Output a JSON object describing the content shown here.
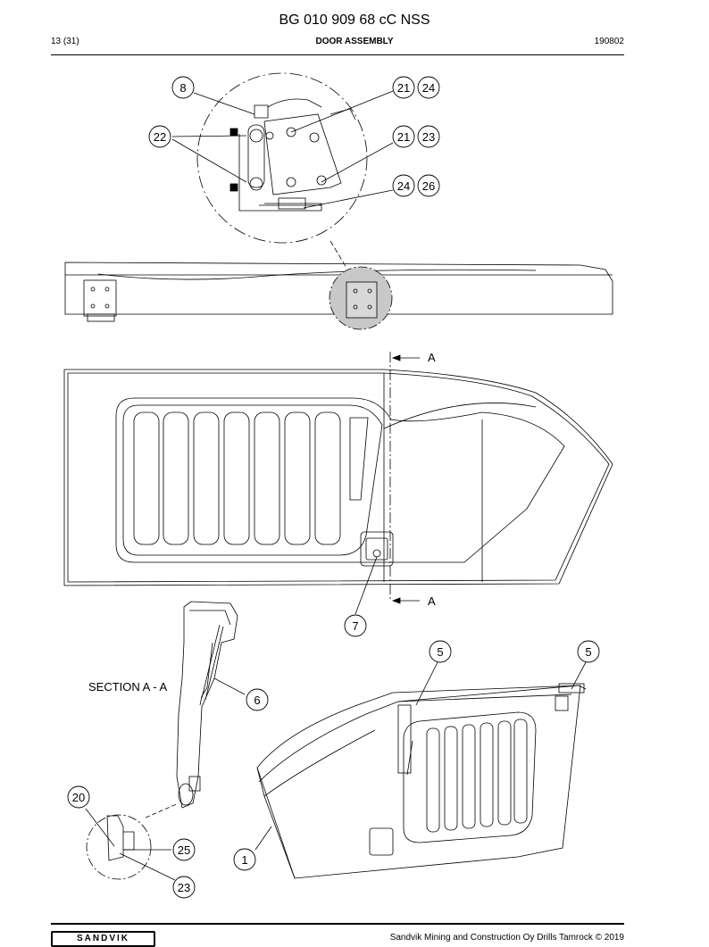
{
  "header": {
    "doc_number": "BG 010 909 68 cC NSS",
    "page": "13 (31)",
    "section_title": "DOOR ASSEMBLY",
    "date_code": "190802"
  },
  "drawing": {
    "section_label": "SECTION A - A",
    "section_marker": "A",
    "callouts": {
      "c8": "8",
      "c21a": "21",
      "c24a": "24",
      "c22": "22",
      "c21b": "21",
      "c23a": "23",
      "c24b": "24",
      "c26": "26",
      "c7": "7",
      "c5a": "5",
      "c5b": "5",
      "c6": "6",
      "c20": "20",
      "c25": "25",
      "c1": "1",
      "c23b": "23"
    }
  },
  "footer": {
    "logo": "SANDVIK",
    "copyright": "Sandvik Mining and Construction Oy Drills Tamrock © 2019"
  }
}
